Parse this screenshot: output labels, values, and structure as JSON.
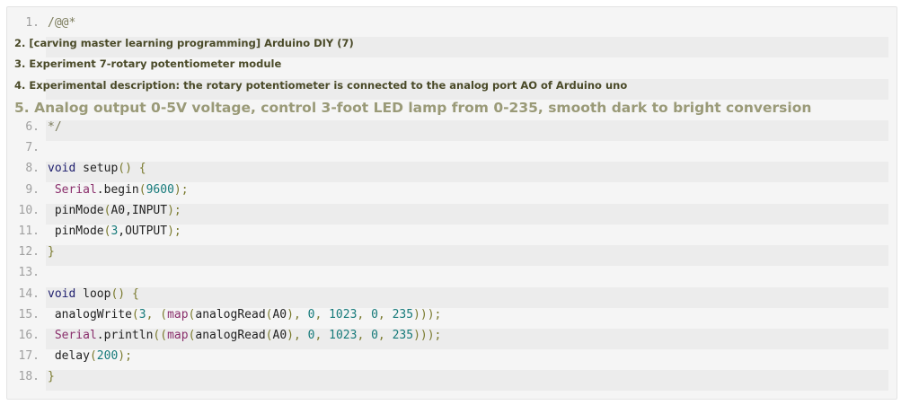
{
  "colors": {
    "keyword": "#1f1f6e",
    "class": "#8a2f6c",
    "number": "#167a7a",
    "punct": "#7a7a2e"
  },
  "lines": [
    {
      "n": "1.",
      "kind": "code",
      "tokens": [
        [
          "/@@*",
          "cmt"
        ]
      ]
    },
    {
      "n": "",
      "kind": "prose",
      "text": "2. [carving master learning programming] Arduino DIY (7)"
    },
    {
      "n": "",
      "kind": "prose",
      "text": "3. Experiment 7-rotary potentiometer module"
    },
    {
      "n": "",
      "kind": "prose",
      "text": "4. Experimental description: the rotary potentiometer is connected to the analog port AO of Arduino uno"
    },
    {
      "n": "",
      "kind": "prose-big",
      "text": "5. Analog output 0-5V voltage, control 3-foot LED lamp from 0-235, smooth dark to bright conversion"
    },
    {
      "n": "6.",
      "kind": "code",
      "tokens": [
        [
          "*/",
          "cmt"
        ]
      ]
    },
    {
      "n": "7.",
      "kind": "code",
      "tokens": []
    },
    {
      "n": "8.",
      "kind": "code",
      "tokens": [
        [
          "void",
          "kw"
        ],
        [
          " setup",
          "txt"
        ],
        [
          "()",
          "pun"
        ],
        [
          " ",
          "txt"
        ],
        [
          "{",
          "pun"
        ]
      ]
    },
    {
      "n": "9.",
      "kind": "code",
      "tokens": [
        [
          " ",
          "txt"
        ],
        [
          "Serial",
          "cls"
        ],
        [
          ".begin",
          "txt"
        ],
        [
          "(",
          "pun"
        ],
        [
          "9600",
          "num"
        ],
        [
          ");",
          "pun"
        ]
      ]
    },
    {
      "n": "10.",
      "kind": "code",
      "tokens": [
        [
          " pinMode",
          "txt"
        ],
        [
          "(",
          "pun"
        ],
        [
          "A0,INPUT",
          "txt"
        ],
        [
          ");",
          "pun"
        ]
      ]
    },
    {
      "n": "11.",
      "kind": "code",
      "tokens": [
        [
          " pinMode",
          "txt"
        ],
        [
          "(",
          "pun"
        ],
        [
          "3",
          "num"
        ],
        [
          ",OUTPUT",
          "txt"
        ],
        [
          ");",
          "pun"
        ]
      ]
    },
    {
      "n": "12.",
      "kind": "code",
      "tokens": [
        [
          "}",
          "pun"
        ]
      ]
    },
    {
      "n": "13.",
      "kind": "code",
      "tokens": []
    },
    {
      "n": "14.",
      "kind": "code",
      "tokens": [
        [
          "void",
          "kw"
        ],
        [
          " loop",
          "txt"
        ],
        [
          "()",
          "pun"
        ],
        [
          " ",
          "txt"
        ],
        [
          "{",
          "pun"
        ]
      ]
    },
    {
      "n": "15.",
      "kind": "code",
      "tokens": [
        [
          " analogWrite",
          "txt"
        ],
        [
          "(",
          "pun"
        ],
        [
          "3",
          "num"
        ],
        [
          ", (",
          "pun"
        ],
        [
          "map",
          "fn"
        ],
        [
          "(",
          "pun"
        ],
        [
          "analogRead",
          "txt"
        ],
        [
          "(",
          "pun"
        ],
        [
          "A0",
          "txt"
        ],
        [
          "), ",
          "pun"
        ],
        [
          "0",
          "num"
        ],
        [
          ", ",
          "pun"
        ],
        [
          "1023",
          "num"
        ],
        [
          ", ",
          "pun"
        ],
        [
          "0",
          "num"
        ],
        [
          ", ",
          "pun"
        ],
        [
          "235",
          "num"
        ],
        [
          ")));",
          "pun"
        ]
      ]
    },
    {
      "n": "16.",
      "kind": "code",
      "tokens": [
        [
          " ",
          "txt"
        ],
        [
          "Serial",
          "cls"
        ],
        [
          ".println",
          "txt"
        ],
        [
          "((",
          "pun"
        ],
        [
          "map",
          "fn"
        ],
        [
          "(",
          "pun"
        ],
        [
          "analogRead",
          "txt"
        ],
        [
          "(",
          "pun"
        ],
        [
          "A0",
          "txt"
        ],
        [
          "), ",
          "pun"
        ],
        [
          "0",
          "num"
        ],
        [
          ", ",
          "pun"
        ],
        [
          "1023",
          "num"
        ],
        [
          ", ",
          "pun"
        ],
        [
          "0",
          "num"
        ],
        [
          ", ",
          "pun"
        ],
        [
          "235",
          "num"
        ],
        [
          ")));",
          "pun"
        ]
      ]
    },
    {
      "n": "17.",
      "kind": "code",
      "tokens": [
        [
          " delay",
          "txt"
        ],
        [
          "(",
          "pun"
        ],
        [
          "200",
          "num"
        ],
        [
          ");",
          "pun"
        ]
      ]
    },
    {
      "n": "18.",
      "kind": "code",
      "tokens": [
        [
          "}",
          "pun"
        ]
      ]
    }
  ]
}
